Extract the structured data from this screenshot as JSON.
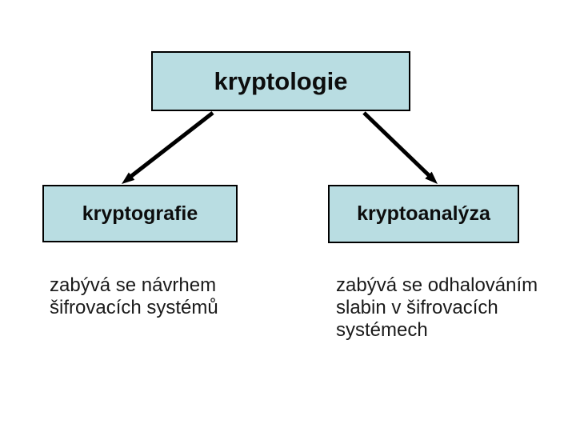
{
  "diagram": {
    "root": {
      "label": "kryptologie"
    },
    "left_branch": {
      "label": "kryptografie",
      "description_lines": [
        "zabývá se návrhem",
        "šifrovacích systémů"
      ]
    },
    "right_branch": {
      "label": "kryptoanalýza",
      "description_lines": [
        "zabývá se odhalováním",
        "slabin v šifrovacích",
        "systémech"
      ]
    },
    "colors": {
      "box_fill": "#b9dde2",
      "box_border": "#000000",
      "arrow": "#000000",
      "background": "#ffffff",
      "text": "#000000"
    }
  }
}
